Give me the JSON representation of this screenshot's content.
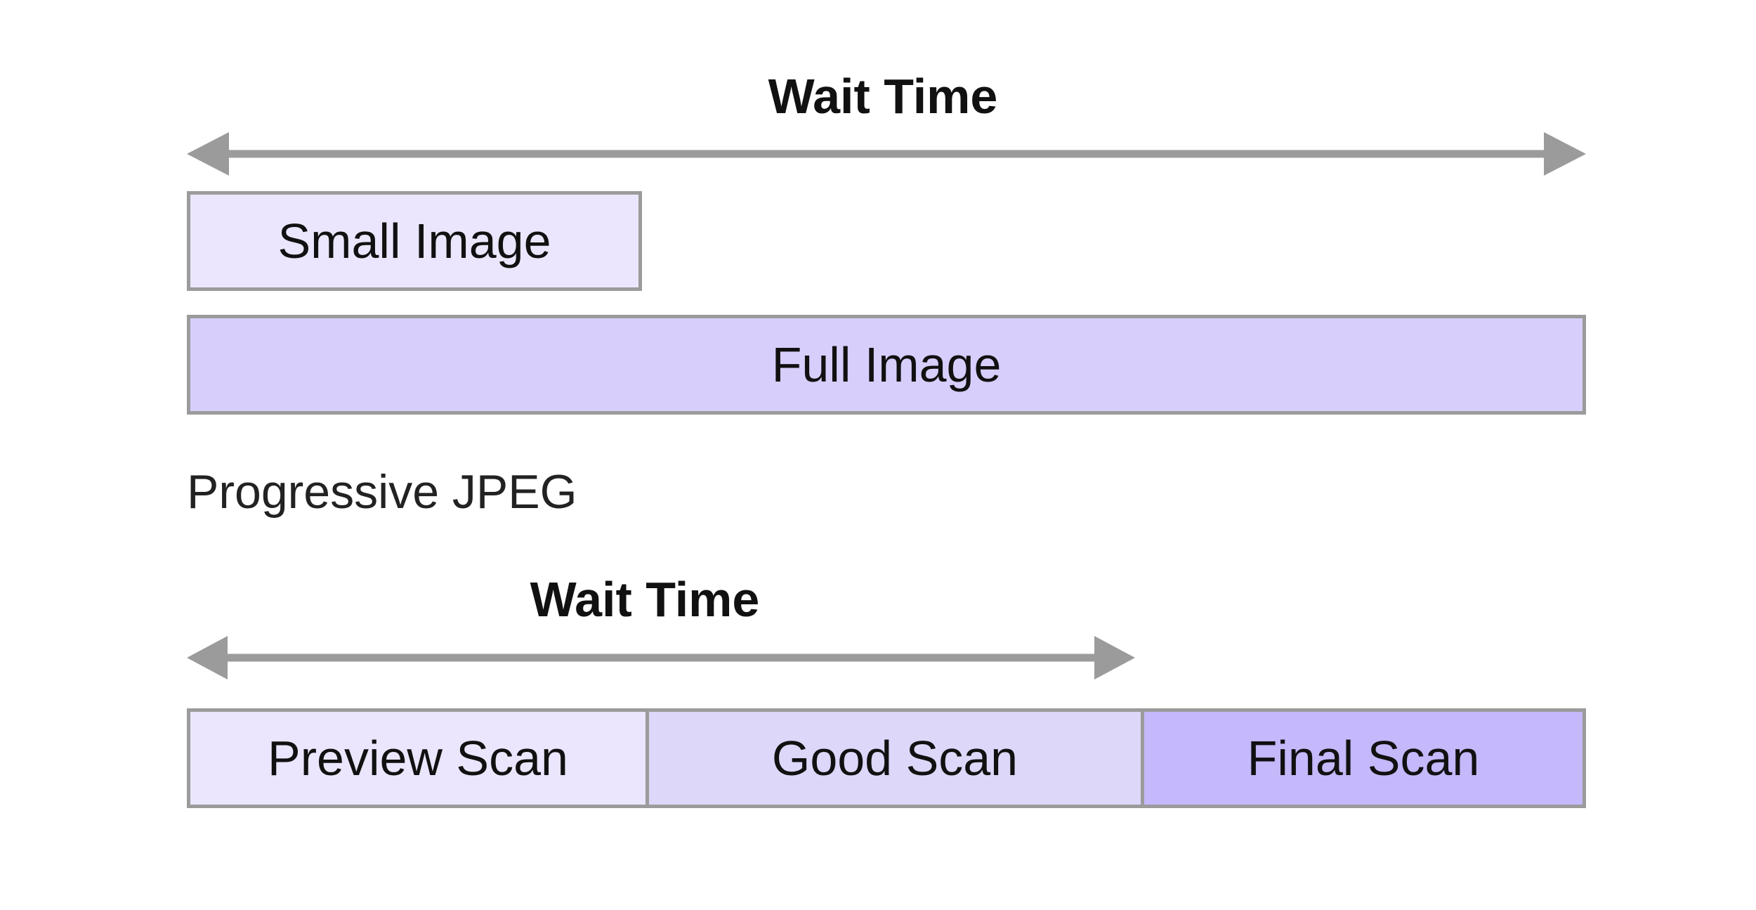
{
  "top": {
    "wait_label": "Wait Time",
    "small_image": "Small Image",
    "full_image": "Full Image"
  },
  "bottom": {
    "caption": "Progressive JPEG",
    "wait_label": "Wait Time",
    "scans": [
      {
        "label": "Preview Scan",
        "color": "#ebe6fd"
      },
      {
        "label": "Good Scan",
        "color": "#ddd7f9"
      },
      {
        "label": "Final Scan",
        "color": "#c5b8fb"
      }
    ]
  },
  "colors": {
    "arrow": "#9b9b9b",
    "border": "#9b9b9b",
    "small_image_fill": "#ebe6fd",
    "full_image_fill": "#d8cefc"
  }
}
